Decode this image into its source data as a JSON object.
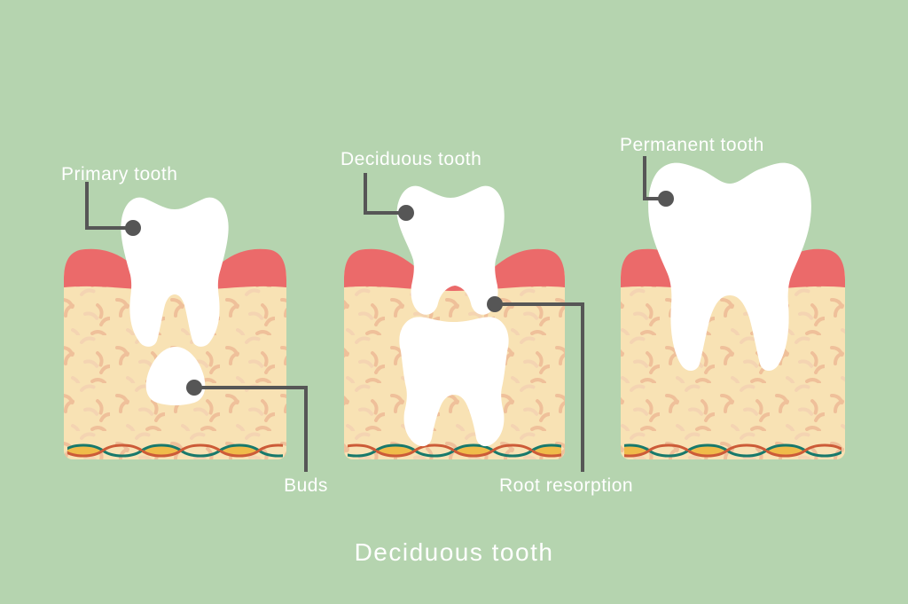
{
  "diagram": {
    "caption": "Deciduous tooth",
    "stages": [
      {
        "label": "Primary tooth",
        "callout": "Buds"
      },
      {
        "label": "Deciduous tooth",
        "callout": "Root resorption"
      },
      {
        "label": "Permanent tooth"
      }
    ]
  },
  "colors": {
    "bg": "#B5D4AF",
    "bone": "#F8E2B4",
    "bone-dash-a": "#EFC09A",
    "bone-dash-b": "#F4D4B2",
    "gum": "#EB6A6A",
    "tooth": "#FFFFFF",
    "pointer": "#565656",
    "text": "#FFFFFF",
    "vessel-teal": "#17796B",
    "vessel-red": "#CC5B37",
    "vessel-yellow": "#F0BB4A"
  }
}
